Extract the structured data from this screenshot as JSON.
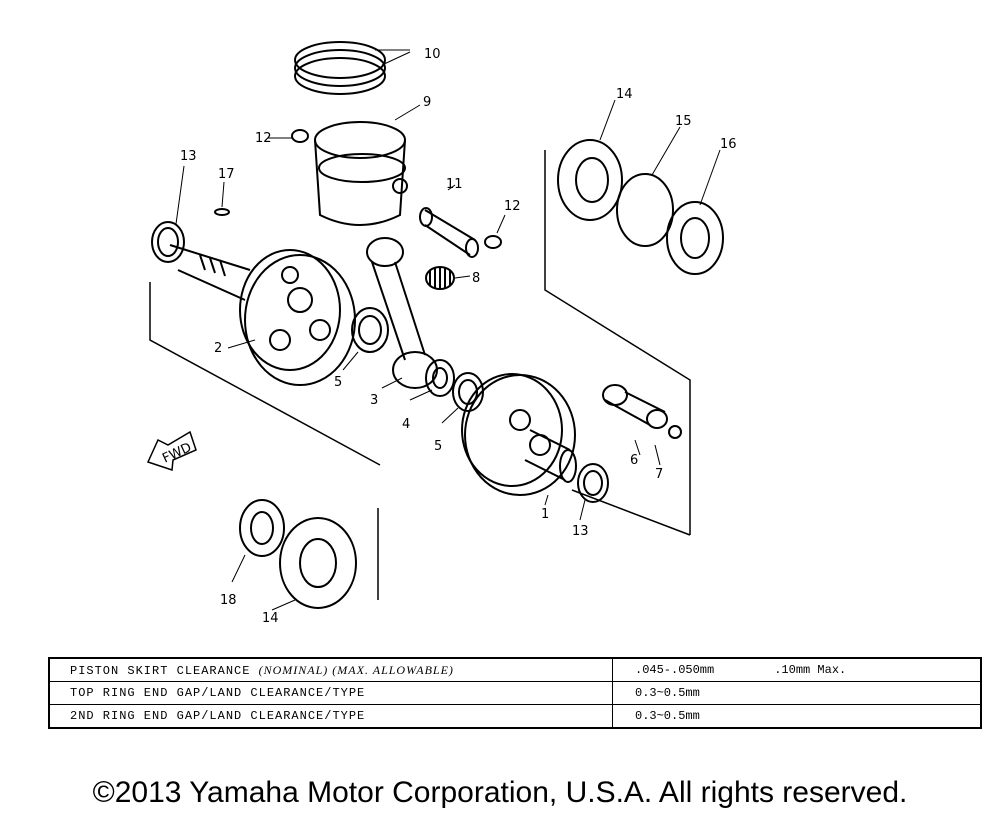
{
  "callouts": {
    "c10": "10",
    "c9": "9",
    "c12a": "12",
    "c12b": "12",
    "c11": "11",
    "c13a": "13",
    "c13b": "13",
    "c17": "17",
    "c14a": "14",
    "c14b": "14",
    "c15": "15",
    "c16": "16",
    "c8": "8",
    "c2": "2",
    "c5a": "5",
    "c5b": "5",
    "c3": "3",
    "c4": "4",
    "c6": "6",
    "c7": "7",
    "c1": "1",
    "c18": "18"
  },
  "fwd_label": "FWD",
  "table": {
    "rows": [
      {
        "label": "PISTON SKIRT CLEARANCE",
        "note": "(NOMINAL) (MAX. ALLOWABLE)",
        "value": ".045-.050mm",
        "value2": ".10mm Max."
      },
      {
        "label": "TOP RING END GAP/LAND CLEARANCE/TYPE",
        "note": "",
        "value": "0.3~0.5mm",
        "value2": ""
      },
      {
        "label": "2ND RING END GAP/LAND CLEARANCE/TYPE",
        "note": "",
        "value": "0.3~0.5mm",
        "value2": ""
      }
    ]
  },
  "copyright": "©2013 Yamaha Motor Corporation, U.S.A. All rights reserved."
}
